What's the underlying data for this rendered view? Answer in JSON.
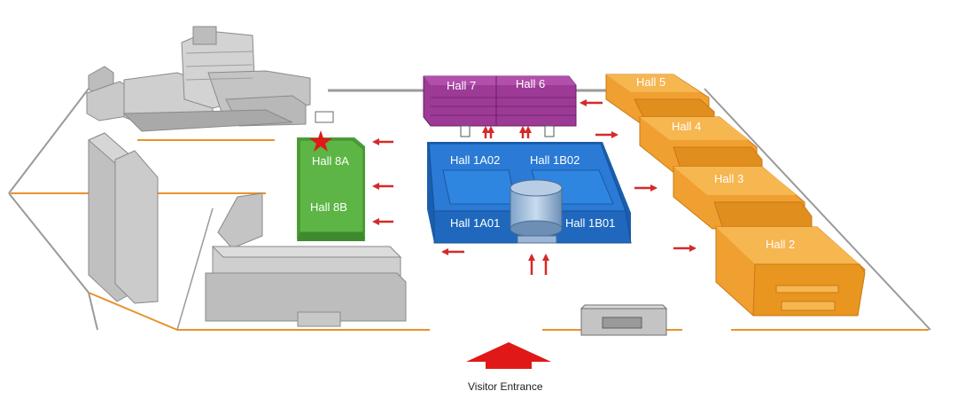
{
  "halls": {
    "hall_7": "Hall 7",
    "hall_6": "Hall 6",
    "hall_5": "Hall 5",
    "hall_4": "Hall 4",
    "hall_3": "Hall 3",
    "hall_2": "Hall 2",
    "hall_8a": "Hall 8A",
    "hall_8b": "Hall 8B",
    "hall_1a02": "Hall 1A02",
    "hall_1b02": "Hall 1B02",
    "hall_1a01": "Hall 1A01",
    "hall_1b01": "Hall 1B01"
  },
  "entrance": {
    "label": "Visitor Entrance"
  },
  "marker": {
    "icon": "star-icon",
    "location": "Hall 8A"
  },
  "colors": {
    "hall_purple": "#8e2f8a",
    "hall_blue": "#1e6fc7",
    "hall_orange": "#f0a030",
    "hall_green": "#5cb545",
    "building_grey": "#c8c8c8",
    "arrow_red": "#d42a2a",
    "road_orange": "#e8922e",
    "marker_red": "#e01818"
  }
}
